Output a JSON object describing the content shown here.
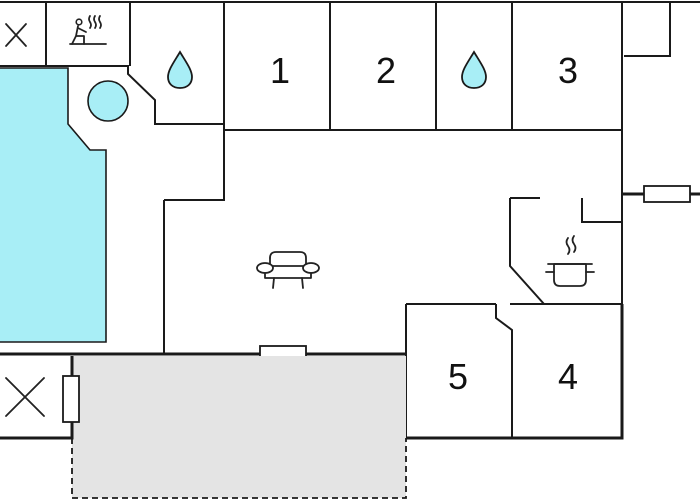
{
  "colors": {
    "wall": "#1a1a1a",
    "pool": "#a8eef6",
    "terrace": "#e4e4e4",
    "background": "#ffffff"
  },
  "rooms": [
    {
      "id": "bedroom-1",
      "label": "1"
    },
    {
      "id": "bedroom-2",
      "label": "2"
    },
    {
      "id": "bedroom-3",
      "label": "3"
    },
    {
      "id": "bedroom-4",
      "label": "4"
    },
    {
      "id": "bedroom-5",
      "label": "5"
    }
  ],
  "icons": [
    "cross-icon",
    "sauna-icon",
    "water-drop-icon",
    "whirlpool-icon",
    "sofa-icon",
    "kitchen-pot-icon",
    "window-icon"
  ]
}
